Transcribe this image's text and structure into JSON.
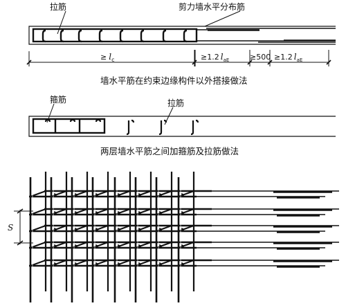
{
  "diagram1": {
    "label_tie": "拉筋",
    "label_shear_wall": "剪力墙水平分布筋",
    "dim_lc_prefix": "≥",
    "dim_lc_sym": "l",
    "dim_lc_sub": "c",
    "dim_lap1_prefix": "≥1.2",
    "dim_lap1_sym": "l",
    "dim_lap1_sub": "aE",
    "dim_500": "≥500",
    "dim_lap2_prefix": "≥1.2",
    "dim_lap2_sym": "l",
    "dim_lap2_sub": "aE",
    "caption": "墙水平筋在约束边缘构件以外搭接做法"
  },
  "diagram2": {
    "label_stirrup": "箍筋",
    "label_tie": "拉筋",
    "caption": "两层墙水平筋之间加箍筋及拉筋做法"
  },
  "diagram3": {
    "label_spacing": "S"
  }
}
